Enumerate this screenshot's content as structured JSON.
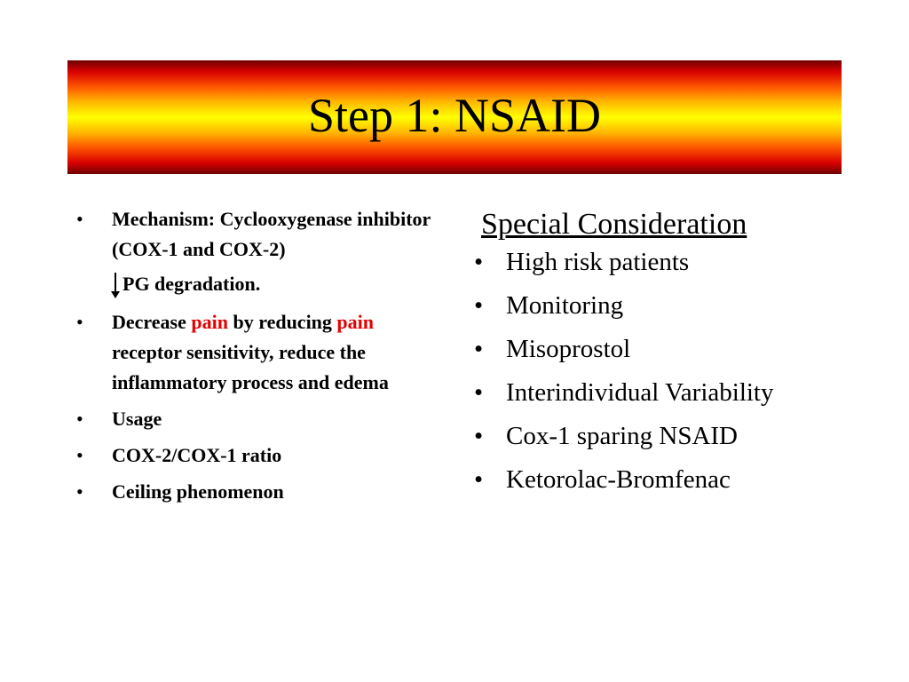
{
  "slide": {
    "title": "Step 1:  NSAID",
    "left": {
      "item1_line": "Mechanism: Cyclooxygenase inhibitor (COX-1 and COX-2)",
      "item1_sub": "PG degradation.",
      "item2_a": "Decrease ",
      "item2_red1": "pain",
      "item2_b": " by reducing ",
      "item2_red2": "pain",
      "item2_c": " receptor sensitivity, reduce the inflammatory process and edema",
      "item3": "Usage",
      "item4": "COX-2/COX-1 ratio",
      "item5": "Ceiling phenomenon"
    },
    "right": {
      "heading": "Special Consideration",
      "items": [
        "High risk patients",
        "Monitoring",
        "Misoprostol",
        "Interindividual Variability",
        "Cox-1 sparing NSAID",
        "Ketorolac-Bromfenac"
      ]
    },
    "bullet": "•",
    "colors": {
      "highlight": "#e60000",
      "banner_center": "#ffff00",
      "banner_edge": "#6e0000"
    }
  }
}
